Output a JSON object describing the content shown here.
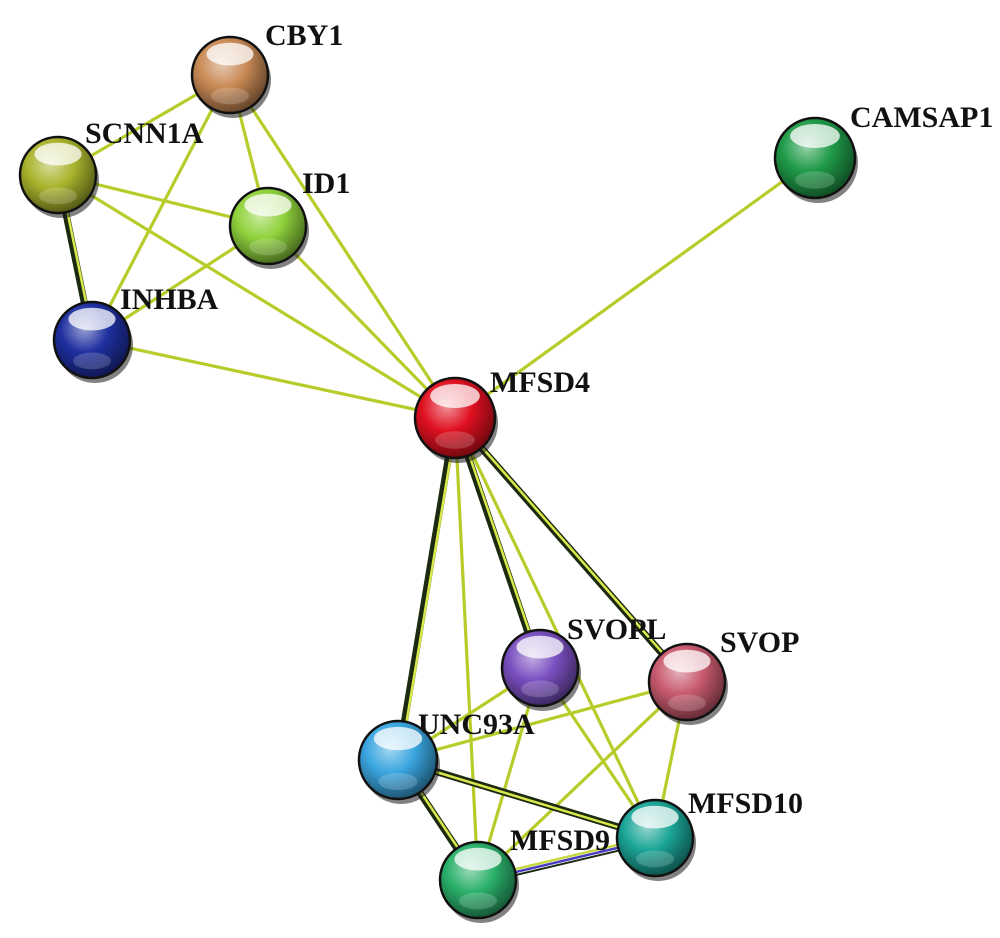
{
  "network": {
    "nodes": [
      {
        "id": "CBY1",
        "label": "CBY1",
        "color": "#c98a55",
        "center": false
      },
      {
        "id": "SCNN1A",
        "label": "SCNN1A",
        "color": "#a9b32c",
        "center": false
      },
      {
        "id": "ID1",
        "label": "ID1",
        "color": "#8fd23c",
        "center": false
      },
      {
        "id": "INHBA",
        "label": "INHBA",
        "color": "#1f2fa0",
        "center": false
      },
      {
        "id": "CAMSAP1",
        "label": "CAMSAP1",
        "color": "#1f9a48",
        "center": false
      },
      {
        "id": "MFSD4",
        "label": "MFSD4",
        "color": "#e01020",
        "center": true
      },
      {
        "id": "SVOPL",
        "label": "SVOPL",
        "color": "#7a4fc0",
        "center": false
      },
      {
        "id": "SVOP",
        "label": "SVOP",
        "color": "#c85a6e",
        "center": false
      },
      {
        "id": "UNC93A",
        "label": "UNC93A",
        "color": "#3aa6e0",
        "center": false
      },
      {
        "id": "MFSD9",
        "label": "MFSD9",
        "color": "#2ab06a",
        "center": false
      },
      {
        "id": "MFSD10",
        "label": "MFSD10",
        "color": "#1aa596",
        "center": false
      }
    ],
    "edges": [
      {
        "a": "CBY1",
        "b": "SCNN1A",
        "strong": false
      },
      {
        "a": "CBY1",
        "b": "ID1",
        "strong": false
      },
      {
        "a": "CBY1",
        "b": "INHBA",
        "strong": false
      },
      {
        "a": "CBY1",
        "b": "MFSD4",
        "strong": false
      },
      {
        "a": "SCNN1A",
        "b": "ID1",
        "strong": false
      },
      {
        "a": "SCNN1A",
        "b": "INHBA",
        "strong": true
      },
      {
        "a": "SCNN1A",
        "b": "MFSD4",
        "strong": false
      },
      {
        "a": "ID1",
        "b": "INHBA",
        "strong": false
      },
      {
        "a": "ID1",
        "b": "MFSD4",
        "strong": false
      },
      {
        "a": "INHBA",
        "b": "MFSD4",
        "strong": false
      },
      {
        "a": "CAMSAP1",
        "b": "MFSD4",
        "strong": false
      },
      {
        "a": "MFSD4",
        "b": "SVOPL",
        "strong": true
      },
      {
        "a": "MFSD4",
        "b": "SVOP",
        "strong": true
      },
      {
        "a": "MFSD4",
        "b": "UNC93A",
        "strong": true
      },
      {
        "a": "MFSD4",
        "b": "MFSD9",
        "strong": false
      },
      {
        "a": "MFSD4",
        "b": "MFSD10",
        "strong": false
      },
      {
        "a": "SVOPL",
        "b": "UNC93A",
        "strong": false
      },
      {
        "a": "SVOPL",
        "b": "MFSD9",
        "strong": false
      },
      {
        "a": "SVOPL",
        "b": "MFSD10",
        "strong": false
      },
      {
        "a": "SVOP",
        "b": "UNC93A",
        "strong": false
      },
      {
        "a": "SVOP",
        "b": "MFSD9",
        "strong": false
      },
      {
        "a": "SVOP",
        "b": "MFSD10",
        "strong": false
      },
      {
        "a": "UNC93A",
        "b": "MFSD9",
        "strong": true
      },
      {
        "a": "UNC93A",
        "b": "MFSD10",
        "strong": true
      },
      {
        "a": "MFSD9",
        "b": "MFSD10",
        "strong": false,
        "blue": true
      }
    ]
  }
}
